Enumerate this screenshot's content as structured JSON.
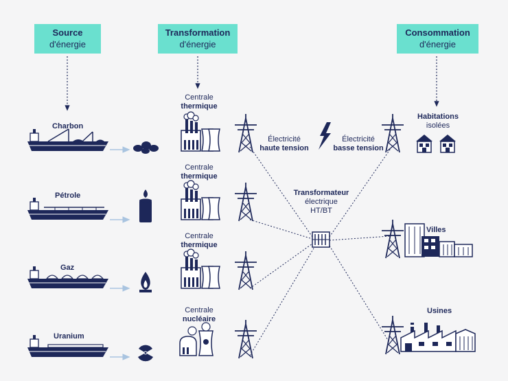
{
  "headers": {
    "source": {
      "bold": "Source",
      "normal": "d'énergie"
    },
    "transformation": {
      "bold": "Transformation",
      "normal": "d'énergie"
    },
    "consommation": {
      "bold": "Consommation",
      "normal": "d'énergie"
    }
  },
  "sources": [
    {
      "label": "Charbon"
    },
    {
      "label": "Pétrole"
    },
    {
      "label": "Gaz"
    },
    {
      "label": "Uranium"
    }
  ],
  "plants": [
    {
      "line1": "Centrale",
      "line2": "thermique"
    },
    {
      "line1": "Centrale",
      "line2": "thermique"
    },
    {
      "line1": "Centrale",
      "line2": "thermique"
    },
    {
      "line1": "Centrale",
      "line2": "nucléaire"
    }
  ],
  "electricity": {
    "high": {
      "line1": "Électricité",
      "line2": "haute tension"
    },
    "low": {
      "line1": "Électricité",
      "line2": "basse tension"
    }
  },
  "transformer": {
    "line1": "Transformateur",
    "line2": "électrique",
    "line3": "HT/BT"
  },
  "consumers": {
    "habitations": {
      "line1": "Habitations",
      "line2": "isolées"
    },
    "villes": {
      "line1": "Villes"
    },
    "usines": {
      "line1": "Usines"
    }
  },
  "colors": {
    "navy": "#1d2759",
    "teal": "#6ae0cf",
    "arrow": "#a9c4e0",
    "background": "#f5f5f6"
  }
}
